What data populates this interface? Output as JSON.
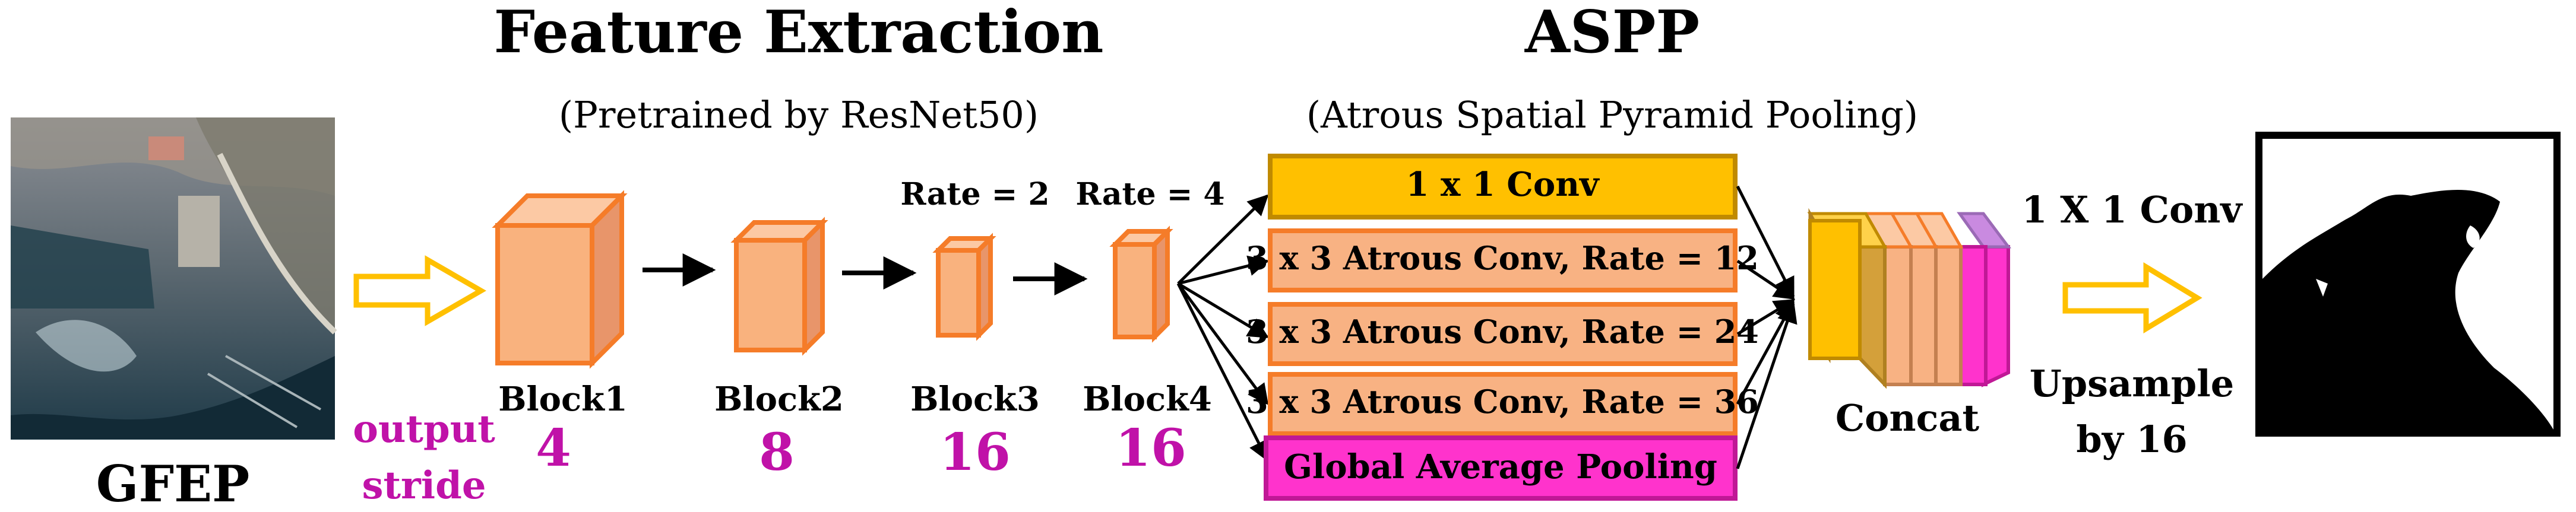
{
  "titles": {
    "feature_extraction": "Feature Extraction",
    "feature_extraction_sub": "(Pretrained by ResNet50)",
    "aspp": "ASPP",
    "aspp_sub": "(Atrous Spatial Pyramid Pooling)"
  },
  "input": {
    "label": "GFEP"
  },
  "output_stride": {
    "line1": "output",
    "line2": "stride"
  },
  "blocks": [
    {
      "label": "Block1",
      "stride": "4",
      "rate": ""
    },
    {
      "label": "Block2",
      "stride": "8",
      "rate": ""
    },
    {
      "label": "Block3",
      "stride": "16",
      "rate": "Rate = 2"
    },
    {
      "label": "Block4",
      "stride": "16",
      "rate": "Rate = 4"
    }
  ],
  "aspp_branches": [
    "1 x 1 Conv",
    "3 x 3 Atrous Conv, Rate = 12",
    "3 x 3 Atrous Conv, Rate = 24",
    "3 x 3 Atrous Conv, Rate = 36",
    "Global Average Pooling"
  ],
  "concat": {
    "label": "Concat"
  },
  "head": {
    "conv": "1 X 1 Conv",
    "upsample1": "Upsample",
    "upsample2": "by 16"
  },
  "colors": {
    "block_face": "#f9b27e",
    "block_top": "#fcc9a4",
    "block_side": "#e8956a",
    "block_edge": "#f57c29",
    "conv_fill": "#ffc000",
    "conv_edge": "#c08a00",
    "atrous_fill": "#f8b283",
    "pool_fill": "#ff33cc",
    "pool_edge": "#c01896",
    "magenta_text": "#c012a8",
    "hollow_arrow": "#ffc000"
  }
}
